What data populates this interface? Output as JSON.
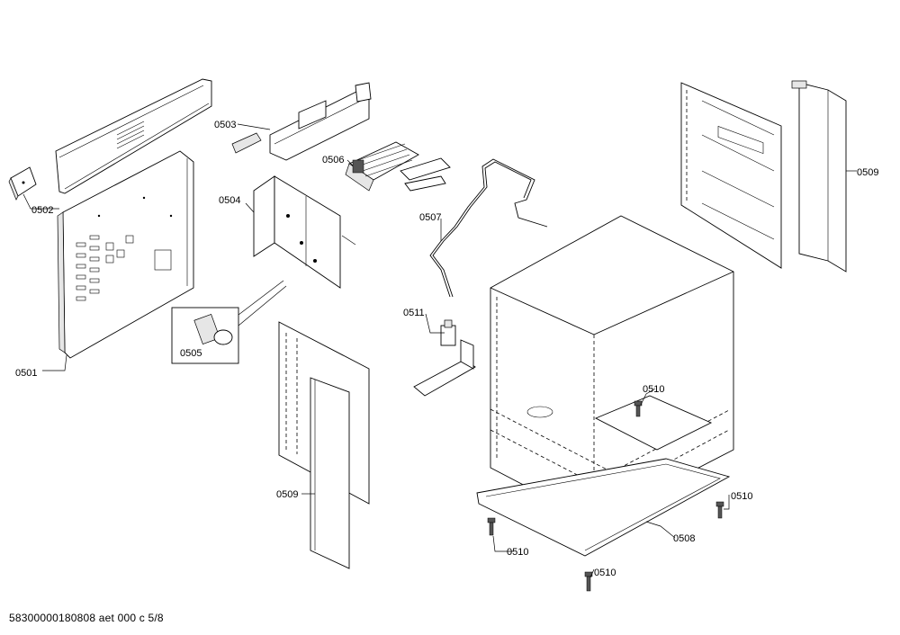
{
  "diagram": {
    "part_labels": {
      "p0501": "0501",
      "p0502": "0502",
      "p0503": "0503",
      "p0504": "0504",
      "p0505": "0505",
      "p0506": "0506",
      "p0507": "0507",
      "p0508": "0508",
      "p0509_right": "0509",
      "p0509_center": "0509",
      "p0510_a": "0510",
      "p0510_b": "0510",
      "p0510_c": "0510",
      "p0510_d": "0510",
      "p0511": "0511"
    }
  },
  "footer": {
    "drawing_id": "58300000180808 aet 000 c 5/8"
  }
}
